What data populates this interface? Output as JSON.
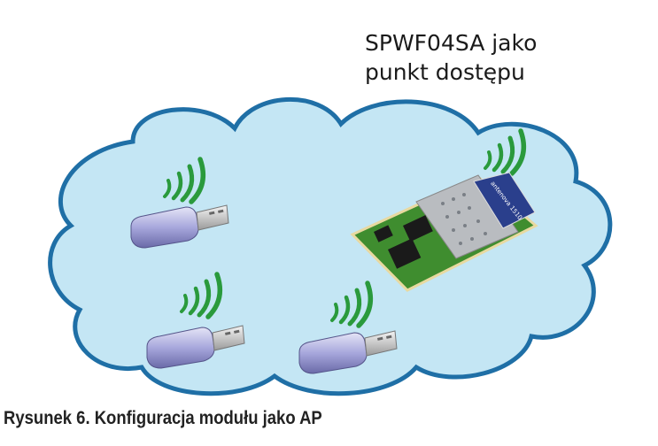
{
  "label": {
    "line1": "SPWF04SA jako",
    "line2": "punkt dostępu"
  },
  "caption": "Rysunek 6. Konfiguracja modułu jako AP",
  "colors": {
    "cloud_fill": "#c4e6f4",
    "cloud_stroke": "#1f6fa6",
    "signal": "#2a9a3c",
    "usb": "#9a9ad4",
    "pcb": "#3d8a2e"
  },
  "module_markings": "antenova 1510"
}
